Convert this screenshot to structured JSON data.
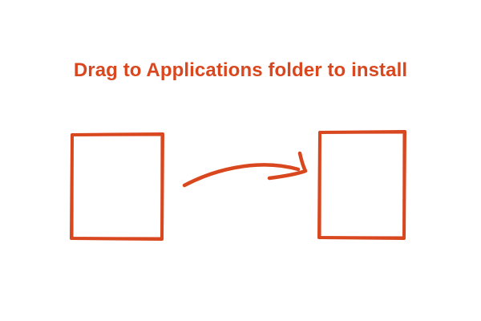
{
  "window": {
    "instruction": "Drag to Applications folder to install"
  },
  "theme": {
    "accent_color": "#d9471f",
    "background_color": "#ffffff"
  },
  "icons": {
    "source": "app-icon-placeholder",
    "target": "applications-folder-placeholder",
    "arrow": "right-arrow-icon"
  }
}
